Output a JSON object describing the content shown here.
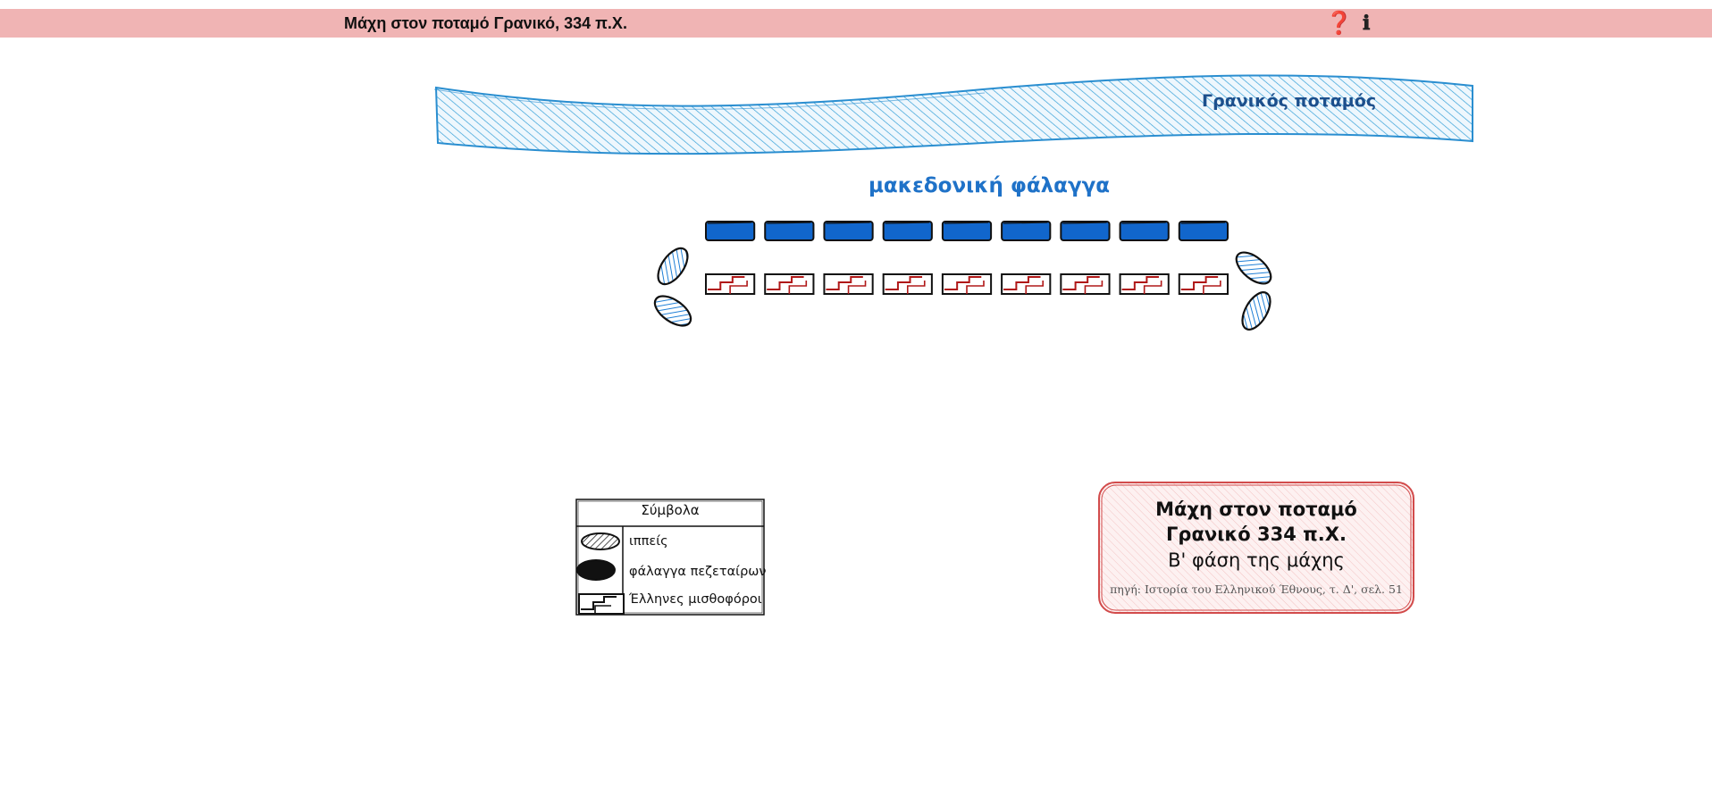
{
  "header": {
    "title": "Μάχη στον ποταμό Γρανικό, 334 π.Χ.",
    "help_glyph": "❓",
    "info_glyph": "ℹ"
  },
  "map": {
    "river_label": "Γρανικός ποταμός",
    "phalanx_title": "μακεδονική φάλαγγα",
    "front_row_units": 9,
    "back_row_units": 9,
    "cavalry_per_flank": 2
  },
  "legend": {
    "title": "Σύμβολα",
    "items": [
      {
        "label": "ιππείς",
        "icon": "cavalry-icon"
      },
      {
        "label": "φάλαγγα πεζεταίρων",
        "icon": "pezetairoi-phalanx-icon"
      },
      {
        "label": "Έλληνες μισθοφόροι",
        "icon": "greek-mercenaries-icon"
      }
    ]
  },
  "info": {
    "title": "Μάχη στον ποταμό Γρανικό 334 π.Χ.",
    "subtitle": "Β' φάση της μάχης",
    "source": "πηγή: Ιστορία του Ελληνικού Έθνους, τ. Δ', σελ. 51"
  },
  "colors": {
    "header_bg": "#f0b4b4",
    "river": "#2a9ad6",
    "phalanx_blue": "#1166cc",
    "mercenary_red": "#b01818",
    "info_border": "#d24b4b"
  }
}
